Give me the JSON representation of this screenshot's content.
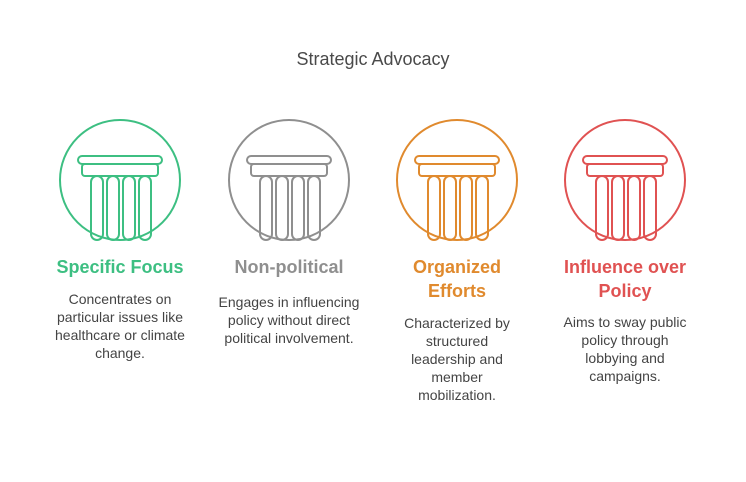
{
  "title": "Strategic Advocacy",
  "pillars": [
    {
      "heading": "Specific Focus",
      "description": "Concentrates on particular issues like healthcare or climate change.",
      "color": "#3dbf82",
      "icon": "column-icon"
    },
    {
      "heading": "Non-political",
      "description": "Engages in influencing policy without direct political involvement.",
      "color": "#8f8f8f",
      "icon": "column-icon"
    },
    {
      "heading": "Organized Efforts",
      "description": "Characterized by structured leadership and member mobilization.",
      "color": "#e08a2e",
      "icon": "column-icon"
    },
    {
      "heading": "Influence over Policy",
      "description": "Aims to sway public policy through lobbying and campaigns.",
      "color": "#e05252",
      "icon": "column-icon"
    }
  ]
}
